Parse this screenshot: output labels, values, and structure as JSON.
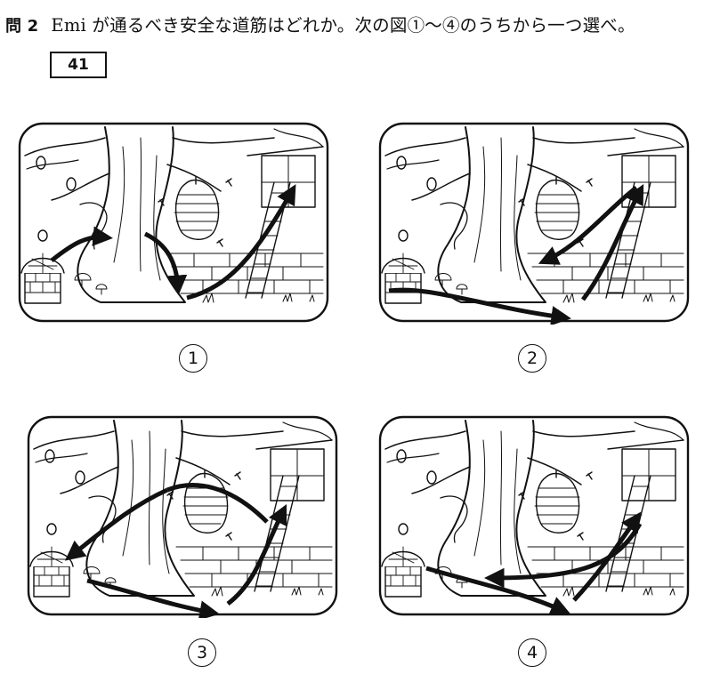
{
  "question": {
    "number": "問 2",
    "text": "Emi が通るべき安全な道筋はどれか。次の図①～④のうちから一つ選べ。"
  },
  "answer_box": "41",
  "panels": [
    {
      "label": "1"
    },
    {
      "label": "2"
    },
    {
      "label": "3"
    },
    {
      "label": "4"
    }
  ]
}
